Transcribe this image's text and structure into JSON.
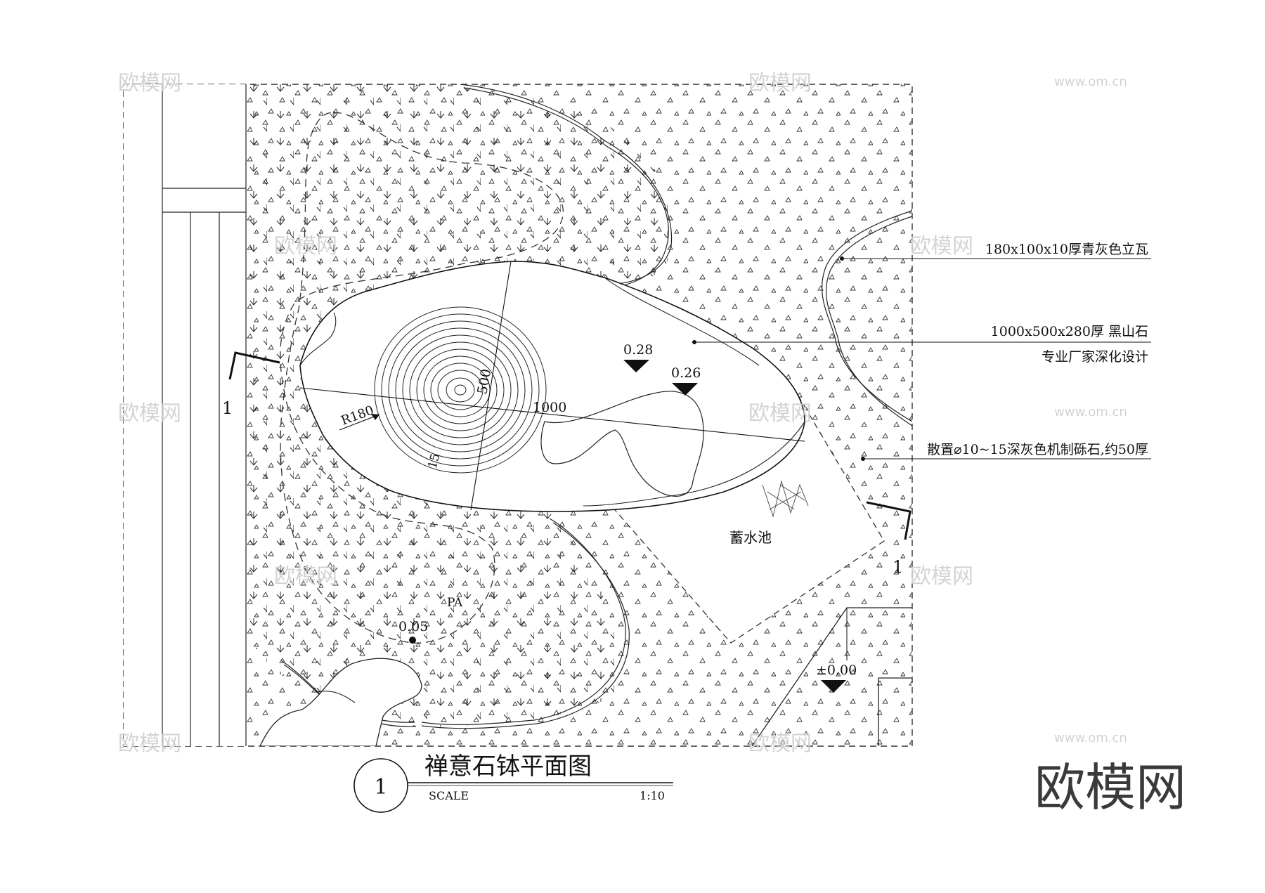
{
  "drawing": {
    "title": "禅意石钵平面图",
    "number": "1",
    "scale_label": "SCALE",
    "scale_value": "1:10"
  },
  "annotations": {
    "tile": "180x100x10厚青灰色立瓦",
    "stone_line1": "1000x500x280厚 黑山石",
    "stone_line2": "专业厂家深化设计",
    "gravel": "散置⌀10~15深灰色机制砾石,约50厚",
    "pool": "蓄水池",
    "planting": "PA"
  },
  "dimensions": {
    "length": "1000",
    "width": "500",
    "radius": "R180",
    "offset": "15"
  },
  "levels": {
    "stone_top": "0.28",
    "basin": "0.26",
    "lawn_point": "0.05",
    "datum": "±0.00"
  },
  "section": {
    "left": "1",
    "right": "1"
  },
  "brand": "欧模网",
  "watermarks": [
    "欧模网",
    "www.om.cn"
  ]
}
